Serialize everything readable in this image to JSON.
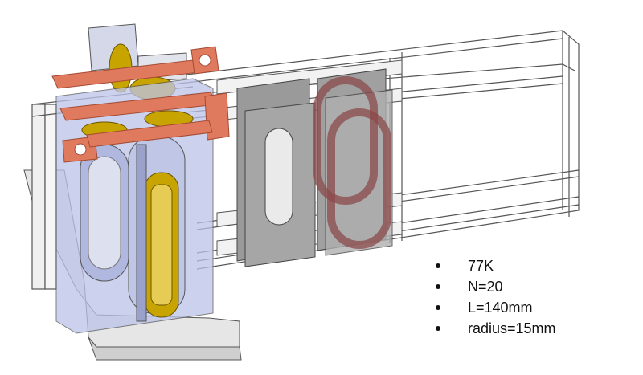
{
  "specs": [
    "77K",
    "N=20",
    "L=140mm",
    "radius=15mm"
  ],
  "colors": {
    "copper": "#e07a5f",
    "copper_edge": "#a44a33",
    "brass": "#c8a400",
    "coil_wound": "#8b4a4a",
    "steel": "#c9cbd1",
    "plate": "#8f8f8f",
    "glass": "#b8c0e6",
    "frame_line": "#555555"
  }
}
